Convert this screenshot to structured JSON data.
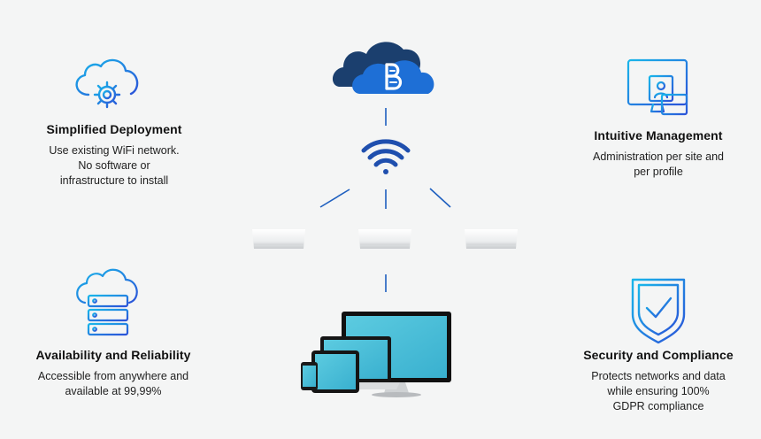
{
  "features": {
    "deployment": {
      "icon": "cloud-gear-icon",
      "title": "Simplified Deployment",
      "desc_lines": [
        "Use existing WiFi network.",
        "No software or",
        "infrastructure to install"
      ]
    },
    "management": {
      "icon": "management-console-icon",
      "title": "Intuitive Management",
      "desc_lines": [
        "Administration per site and",
        "per profile"
      ]
    },
    "availability": {
      "icon": "cloud-server-icon",
      "title": "Availability and Reliability",
      "desc_lines": [
        "Accessible from anywhere and",
        "available at 99,99%"
      ]
    },
    "security": {
      "icon": "shield-check-icon",
      "title": "Security and Compliance",
      "desc_lines": [
        "Protects networks and data",
        "while ensuring 100%",
        "GDPR compliance"
      ]
    }
  },
  "diagram": {
    "cloud_icon": "brand-cloud-icon",
    "wifi_icon": "wifi-icon",
    "access_point_icon": "access-point-device",
    "devices_icon": "devices-cluster-icon"
  },
  "colors": {
    "icon_gradient_start": "#1aa7e6",
    "icon_gradient_end": "#2a4fd6",
    "cloud_dark": "#1b3f6e",
    "cloud_accent": "#1e6fd6",
    "connector": "#1e5fbf",
    "screen": "#4fc1d9"
  }
}
